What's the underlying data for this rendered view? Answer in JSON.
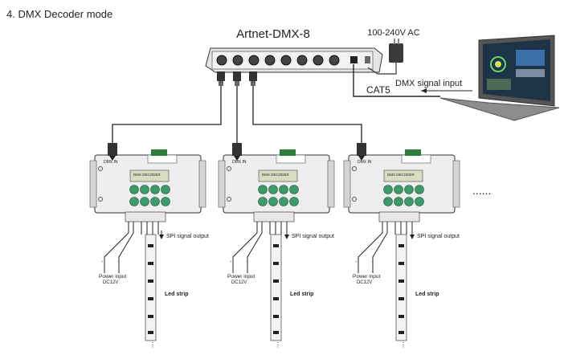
{
  "heading": "4. DMX Decoder mode",
  "splitter": {
    "title": "Artnet-DMX-8"
  },
  "power_adapter": {
    "label": "100-240V AC"
  },
  "laptop": {
    "label": "DMX signal input"
  },
  "cable": {
    "label": "CAT5"
  },
  "decoder": {
    "dmx_in": "DMX IN",
    "lcd_line1": "DMX DECODER",
    "spi_output": "SPI signal output",
    "power_line1": "Power input",
    "power_line2": "DC12V",
    "strip_label": "Led strip"
  },
  "more_indicator": "......"
}
